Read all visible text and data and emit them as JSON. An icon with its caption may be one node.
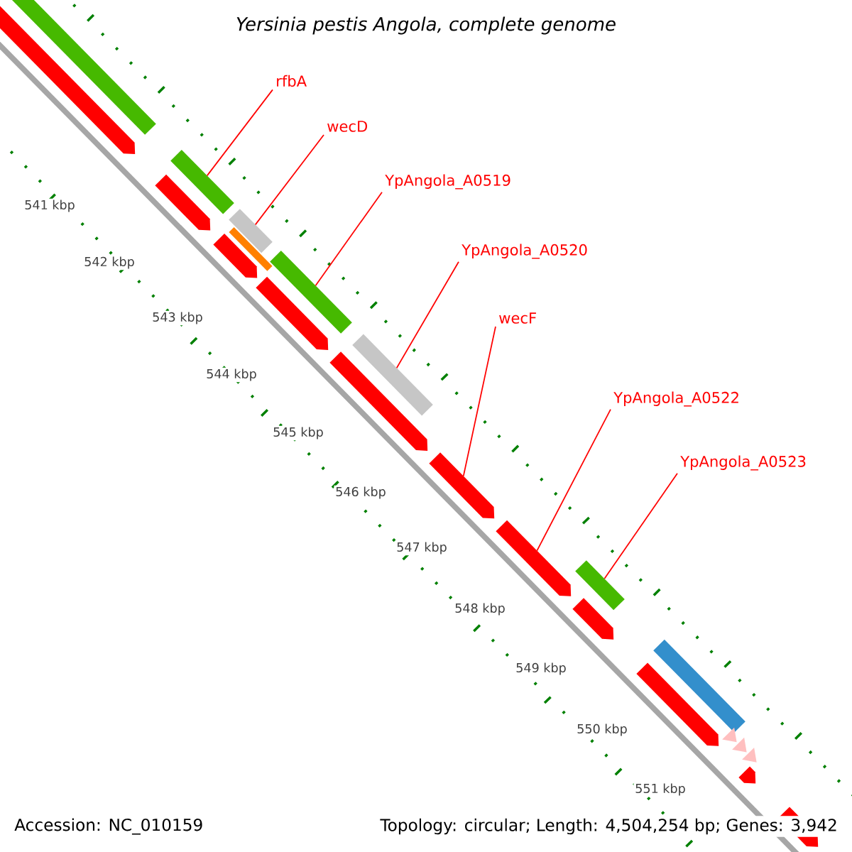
{
  "diagram": {
    "title": "Yersinia pestis Angola, complete genome",
    "nodes": [
      {
        "text": [
          "rfbA"
        ]
      },
      {
        "text": [
          "wecD"
        ]
      },
      {
        "text": [
          "YpAngola_A0519"
        ]
      },
      {
        "text": [
          "YpAngola_A0520"
        ]
      },
      {
        "text": [
          "wecF"
        ]
      },
      {
        "text": [
          "YpAngola_A0522"
        ]
      },
      {
        "text": [
          "YpAngola_A0523"
        ]
      },
      {
        "text": [],
        "shape": "arrow"
      },
      {
        "text": [],
        "shape": "bar"
      },
      {
        "text": [],
        "shape": "arrow"
      },
      {
        "text": [],
        "shape": "bar"
      },
      {
        "text": [],
        "shape": "arrow"
      },
      {
        "text": [],
        "shape": "bar"
      },
      {
        "text": [],
        "shape": "bar"
      },
      {
        "text": [],
        "shape": "arrow"
      },
      {
        "text": [],
        "shape": "bar"
      },
      {
        "text": [],
        "shape": "arrow"
      },
      {
        "text": [],
        "shape": "bar"
      },
      {
        "text": [],
        "shape": "arrow"
      },
      {
        "text": [],
        "shape": "arrow"
      },
      {
        "text": [],
        "shape": "arrow"
      },
      {
        "text": [],
        "shape": "bar"
      },
      {
        "text": [],
        "shape": "arrow"
      },
      {
        "text": [],
        "shape": "bar"
      },
      {
        "text": [],
        "shape": "arrow"
      },
      {
        "text": [],
        "shape": "triangle"
      },
      {
        "text": [],
        "shape": "triangle"
      },
      {
        "text": [],
        "shape": "triangle"
      },
      {
        "text": [],
        "shape": "arrow"
      }
    ],
    "edges": [
      {
        "from": 0,
        "to": 10,
        "arrow": "none"
      },
      {
        "from": 1,
        "to": 13,
        "arrow": "none"
      },
      {
        "from": 2,
        "to": 15,
        "arrow": "none"
      },
      {
        "from": 3,
        "to": 17,
        "arrow": "none"
      },
      {
        "from": 4,
        "to": 18,
        "arrow": "none"
      },
      {
        "from": 5,
        "to": 19,
        "arrow": "none"
      },
      {
        "from": 6,
        "to": 21,
        "arrow": "none"
      }
    ],
    "labels": [
      "541 kbp",
      "542 kbp",
      "543 kbp",
      "544 kbp",
      "545 kbp",
      "546 kbp",
      "547 kbp",
      "548 kbp",
      "549 kbp",
      "550 kbp",
      "551 kbp",
      "Accession: NC_010159",
      "Topology: circular; Length: 4,504,254 bp; Genes: 3,942"
    ]
  }
}
